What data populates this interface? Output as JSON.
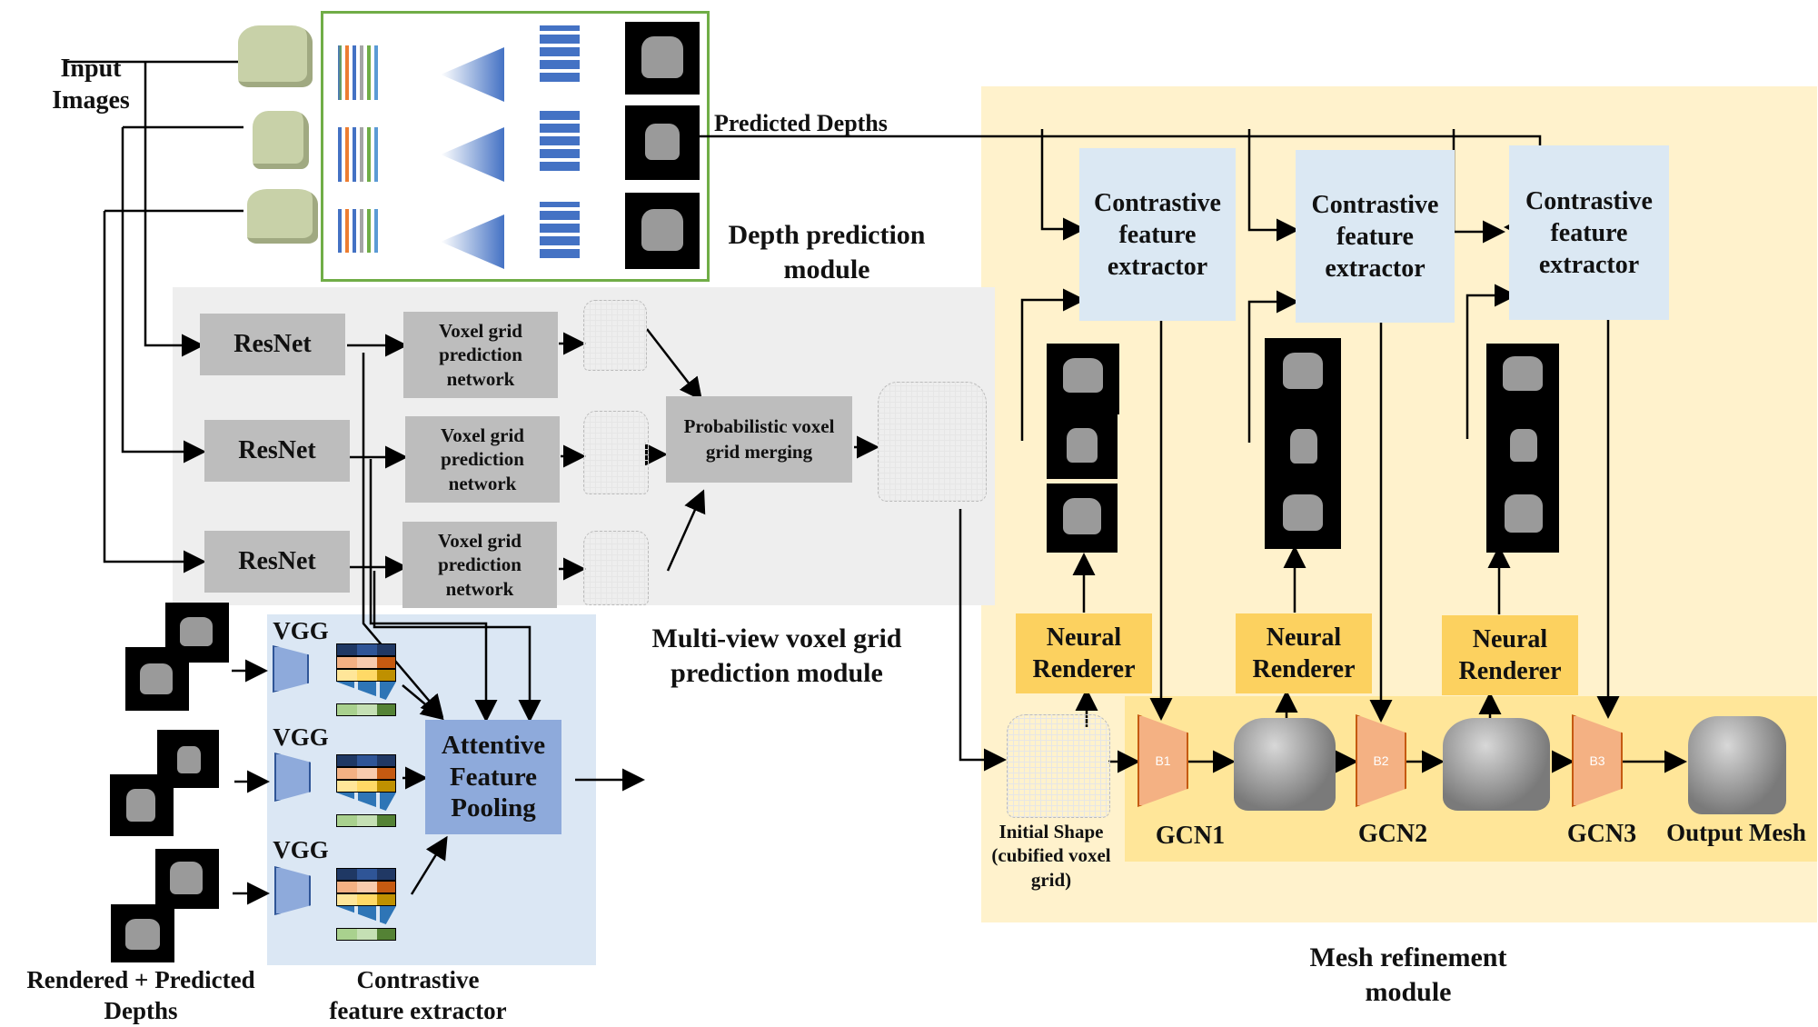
{
  "labels": {
    "input_images": "Input\nImages",
    "predicted_depths": "Predicted Depths",
    "depth_module": "Depth prediction\nmodule",
    "multiview_module": "Multi-view  voxel grid\nprediction  module",
    "rendered_predicted": "Rendered + Predicted\nDepths",
    "contrastive_bottom": "Contrastive\nfeature extractor",
    "mesh_module": "Mesh refinement\nmodule",
    "initial_shape": "Initial  Shape\n(cubified  voxel\ngrid)",
    "output_mesh": "Output Mesh"
  },
  "resnet": [
    "ResNet",
    "ResNet",
    "ResNet"
  ],
  "voxel_net": [
    "Voxel grid\nprediction\nnetwork",
    "Voxel grid\nprediction\nnetwork",
    "Voxel grid\nprediction\nnetwork"
  ],
  "prob_merge": "Probabilistic voxel\ngrid merging",
  "vgg": [
    "VGG",
    "VGG",
    "VGG"
  ],
  "attentive": "Attentive\nFeature\nPooling",
  "cfe": [
    "Contrastive\nfeature\nextractor",
    "Contrastive\nfeature\nextractor",
    "Contrastive\nfeature\nextractor"
  ],
  "neural_renderer": [
    "Neural\nRenderer",
    "Neural\nRenderer",
    "Neural\nRenderer"
  ],
  "gcn_blocks": [
    "B1",
    "B2",
    "B3"
  ],
  "gcn_labels": [
    "GCN1",
    "GCN2",
    "GCN3"
  ],
  "colors": {
    "gray_panel": "#eeeeee",
    "gray_box": "#bdbdbd",
    "blue_panel": "#dbe7f4",
    "blue_box": "#8eaadb",
    "cream_panel": "#fff2cc",
    "yellow_strip": "#ffe699",
    "neural_renderer": "#fcd15f",
    "gcn_block": "#f4b183",
    "depth_border": "#70ad47"
  }
}
